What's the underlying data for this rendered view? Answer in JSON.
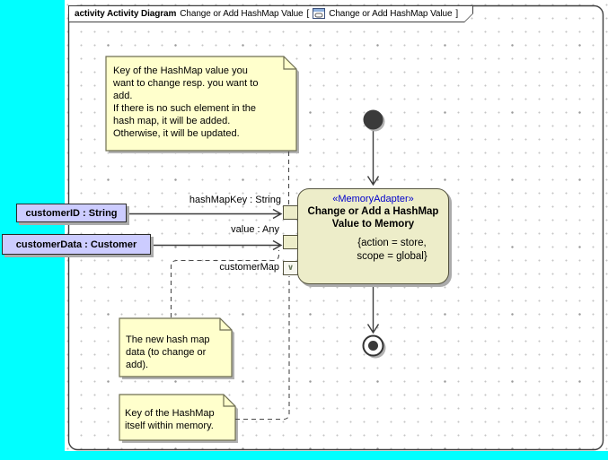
{
  "header": {
    "keyword": "activity Activity Diagram",
    "diagram_name": "Change or Add HashMap Value",
    "open_bracket": "[",
    "frame_ref": "Change or Add HashMap Value",
    "close_bracket": "]"
  },
  "notes": {
    "hashmap_key_note": "Key of the HashMap value you\nwant to change resp. you want to\nadd.\nIf there is no such element in the\nhash map, it will be added.\nOtherwise, it will be updated.",
    "new_data_note": "The new hash map\ndata (to change or\nadd).",
    "map_key_note": "Key of the HashMap\nitself within memory."
  },
  "action": {
    "stereotype": "«MemoryAdapter»",
    "name": "Change or Add a HashMap\nValue to Memory",
    "tagged_values": "{action = store,\nscope = global}"
  },
  "pins": {
    "hash_map_key_label": "hashMapKey : String",
    "value_label": "value : Any",
    "customer_map_label": "customerMap",
    "customer_map_glyph": "∨"
  },
  "objects": {
    "customer_id": "customerID : String",
    "customer_data": "customerData : Customer"
  },
  "colors": {
    "canvas_outside": "#00FFFF",
    "note_fill": "#FFFFCC",
    "action_fill": "#EDEDC9",
    "object_fill": "#CCCCFF",
    "stereotype_text": "#0000CD",
    "shadow": "#ABABAB"
  }
}
